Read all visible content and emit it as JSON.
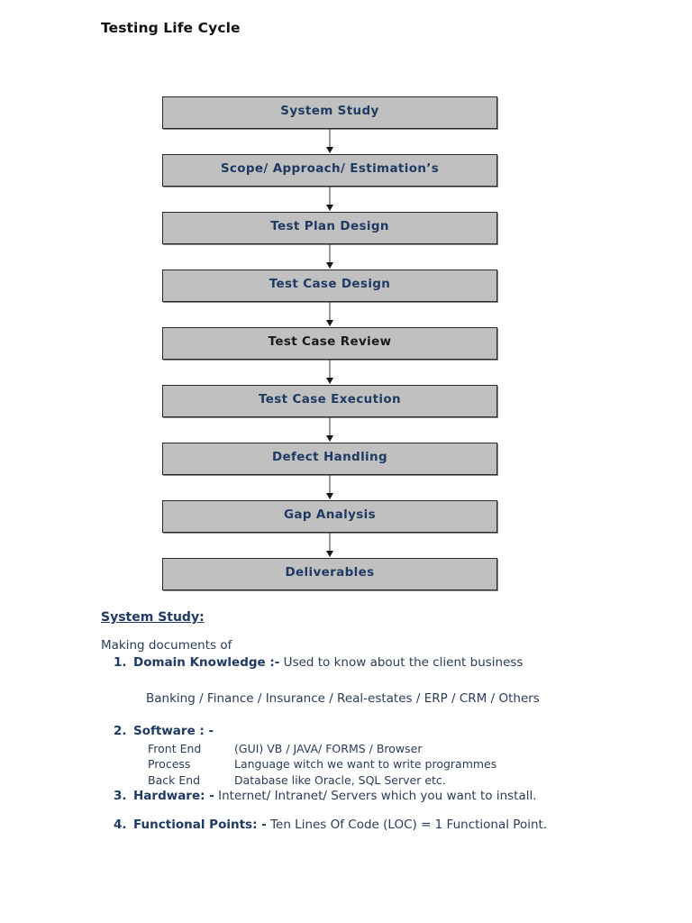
{
  "document": {
    "title": "Testing Life Cycle"
  },
  "flowchart": {
    "type": "flowchart",
    "orientation": "vertical",
    "box_fill": "#c0c0c0",
    "box_border": "#2b2b2b",
    "text_color": "#1f3a63",
    "steps": [
      {
        "label": "System Study",
        "color": "#1f3a63"
      },
      {
        "label": "Scope/ Approach/ Estimation’s",
        "color": "#1f3a63"
      },
      {
        "label": "Test Plan Design",
        "color": "#1f3a63"
      },
      {
        "label": "Test Case Design",
        "color": "#1f3a63"
      },
      {
        "label": "Test Case Review",
        "color": "#1a1a1a"
      },
      {
        "label": "Test Case Execution",
        "color": "#1f3a63"
      },
      {
        "label": "Defect Handling",
        "color": "#1f3a63"
      },
      {
        "label": "Gap Analysis",
        "color": "#1f3a63"
      },
      {
        "label": "Deliverables",
        "color": "#1f3a63"
      }
    ]
  },
  "section": {
    "heading": "System Study:",
    "lead": "Making documents of",
    "items": [
      {
        "num": "1.",
        "term": "Domain Knowledge :-",
        "desc": " Used to know about the client business",
        "note": "Banking / Finance / Insurance / Real-estates / ERP / CRM /   Others"
      },
      {
        "num": "2.",
        "term": "Software : -",
        "desc": "",
        "rows": [
          {
            "key": "Front End",
            "value": "(GUI) VB / JAVA/ FORMS / Browser"
          },
          {
            "key": "Process",
            "value": "Language witch we want to write programmes"
          },
          {
            "key": "Back End",
            "value": "Database like Oracle, SQL Server etc."
          }
        ]
      },
      {
        "num": "3.",
        "term": "Hardware: -",
        "desc": "     Internet/ Intranet/ Servers which you want to install."
      },
      {
        "num": "4.",
        "term": "Functional Points: -",
        "desc": "  Ten Lines Of Code (LOC) = 1 Functional Point."
      }
    ]
  }
}
